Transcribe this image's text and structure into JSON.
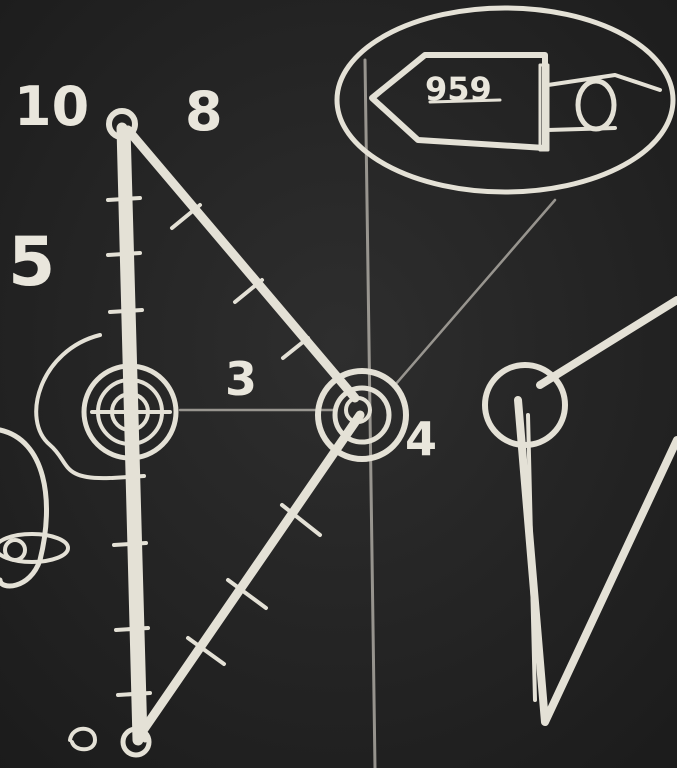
{
  "scene": {
    "description_colors": {
      "board": "#262626",
      "chalk": "#e4e1d6"
    }
  },
  "labels": {
    "top_left_number": "10",
    "top_number": "8",
    "left_number": "5",
    "middle_number": "3",
    "right_node_number": "4",
    "box_text": "959"
  }
}
